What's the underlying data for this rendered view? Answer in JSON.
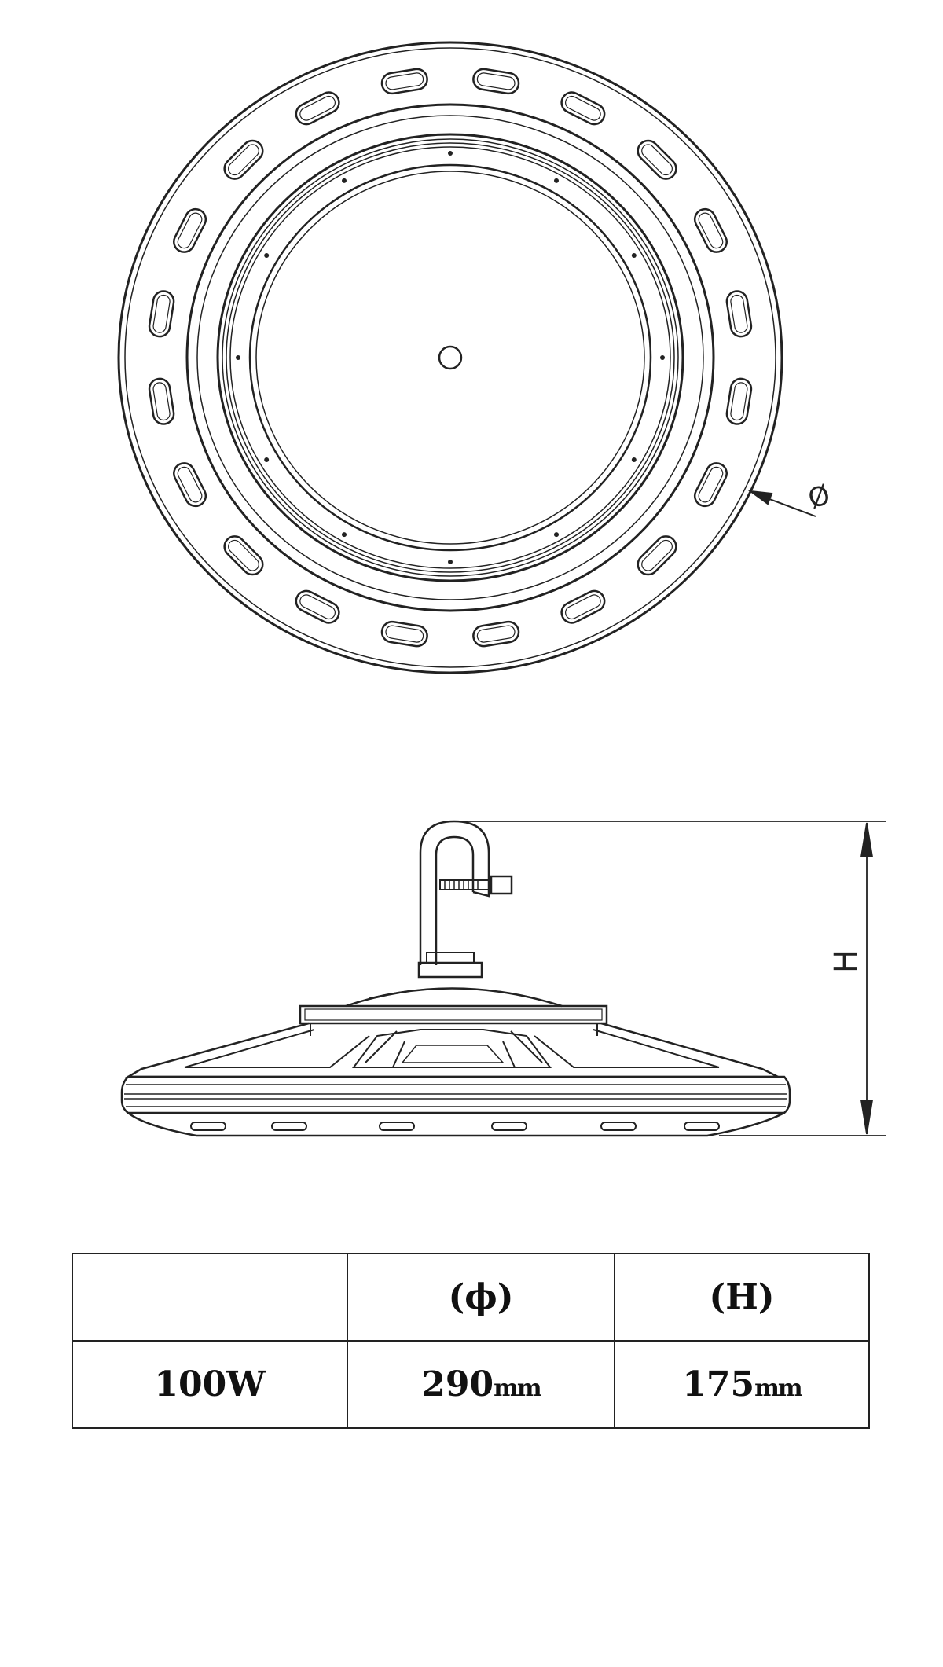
{
  "top_view": {
    "diameter_symbol": "Ø"
  },
  "side_view": {
    "height_label": "H"
  },
  "spec_table": {
    "header": {
      "blank": "",
      "diameter": "(ϕ)",
      "height": "(H)"
    },
    "row": {
      "power": "100W",
      "diameter_value": "290",
      "diameter_unit": "mm",
      "height_value": "175",
      "height_unit": "mm"
    }
  }
}
